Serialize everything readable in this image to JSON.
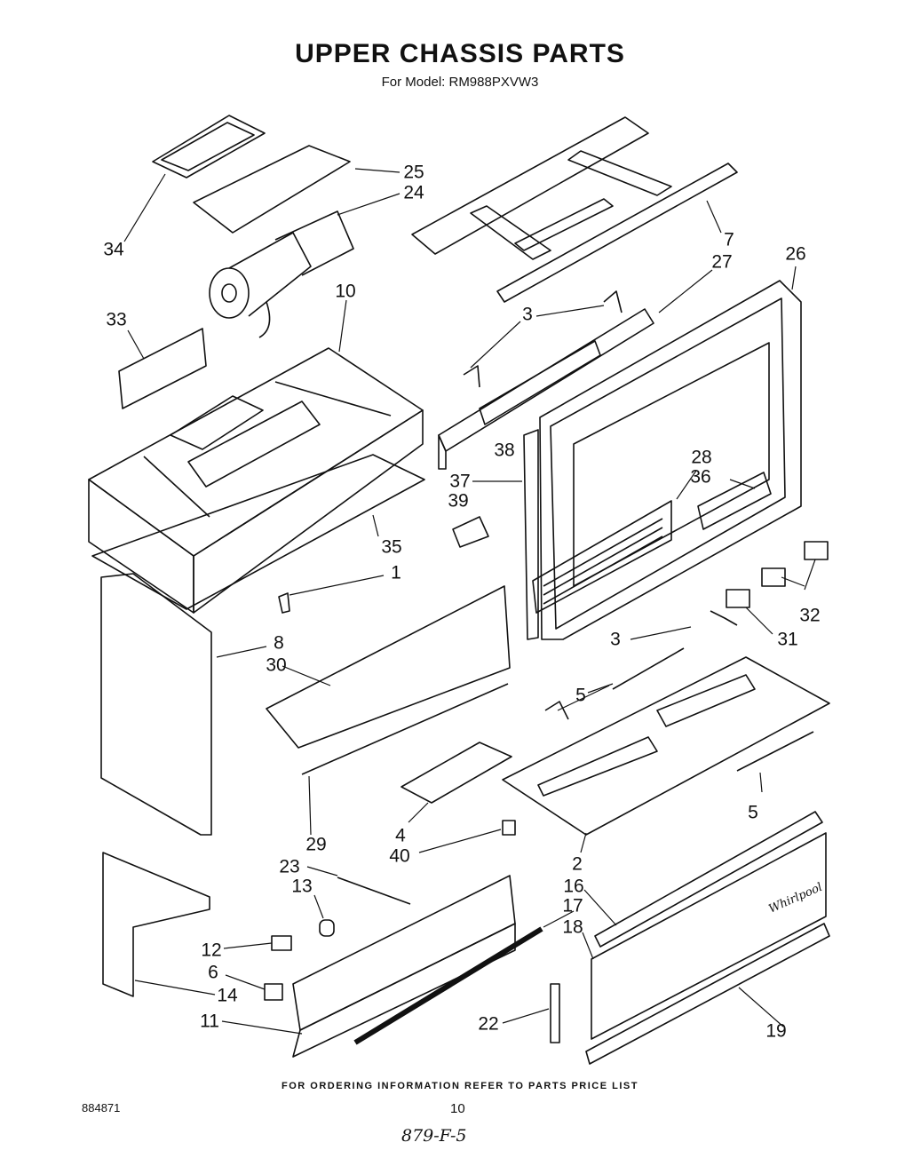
{
  "title": "UPPER CHASSIS PARTS",
  "subtitle": "For Model: RM988PXVW3",
  "callouts": [
    "25",
    "24",
    "34",
    "7",
    "27",
    "26",
    "10",
    "33",
    "3",
    "38",
    "28",
    "37",
    "36",
    "39",
    "35",
    "1",
    "32",
    "8",
    "30",
    "31",
    "3",
    "5",
    "5",
    "4",
    "29",
    "40",
    "2",
    "23",
    "13",
    "16",
    "17",
    "18",
    "12",
    "6",
    "14",
    "11",
    "22",
    "19"
  ],
  "brand_mark": "Whirlpool",
  "footer_note": "FOR ORDERING INFORMATION REFER TO PARTS PRICE LIST",
  "doc_number": "884871",
  "page_number": "10",
  "handwritten": "879-F-5"
}
